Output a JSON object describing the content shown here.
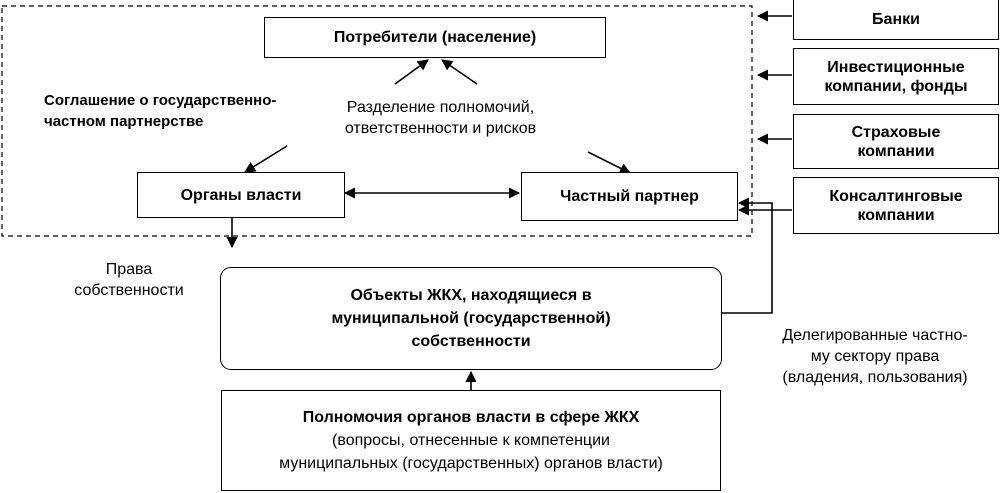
{
  "diagram": {
    "consumers": "Потребители (население)",
    "agreement": [
      "Соглашение о государственно-",
      "частном партнерстве"
    ],
    "division": [
      "Разделение полномочий,",
      "ответственности и рисков"
    ],
    "authorities": "Органы власти",
    "private_partner": "Частный партнер",
    "banks": "Банки",
    "investment": [
      "Инвестиционные",
      "компании, фонды"
    ],
    "insurance": [
      "Страховые",
      "компании"
    ],
    "consulting": [
      "Консалтинговые",
      "компании"
    ],
    "property_rights": [
      "Права",
      "собственности"
    ],
    "objects": [
      "Объекты ЖКХ, находящиеся в",
      "муниципальной (государственной)",
      "собственности"
    ],
    "delegated": [
      "Делегированные частно-",
      "му сектору права",
      "(владения, пользования)"
    ],
    "powers_title": "Полномочия органов власти в сфере ЖКХ",
    "powers_sub": [
      "(вопросы, отнесенные к компетенции",
      "муниципальных (государственных) органов власти)"
    ]
  }
}
